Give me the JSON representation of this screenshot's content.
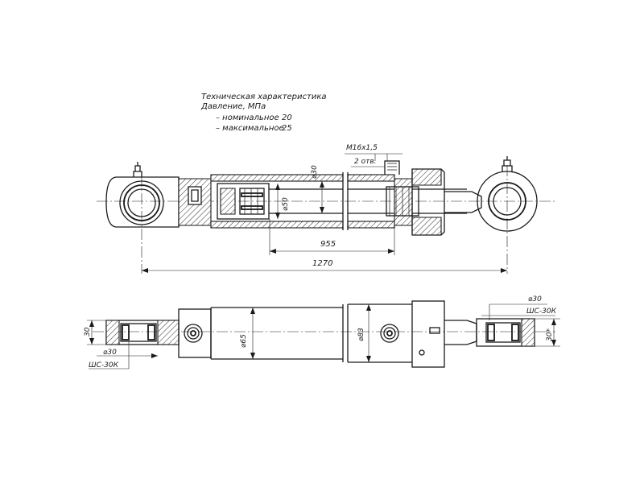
{
  "specs": {
    "title": "Техническая характеристика",
    "pressure_label": "Давление, МПа",
    "nominal_label": "– номинальное",
    "nominal_value": "20",
    "max_label": "– максимальное",
    "max_value": "25"
  },
  "top_view": {
    "thread_label": "М16х1,5",
    "holes_label": "2 отв.",
    "rod_dia": "⌀30",
    "piston_dia": "⌀50",
    "stroke": "955",
    "length": "1270"
  },
  "bottom_view": {
    "left_width": "30",
    "left_pin_dia": "⌀30",
    "left_bearing": "ШС-30К",
    "tube_dia": "⌀65",
    "cap_dia": "⌀83",
    "right_pin_dia": "⌀30",
    "right_bearing": "ШС-30К",
    "right_width": "30*"
  }
}
